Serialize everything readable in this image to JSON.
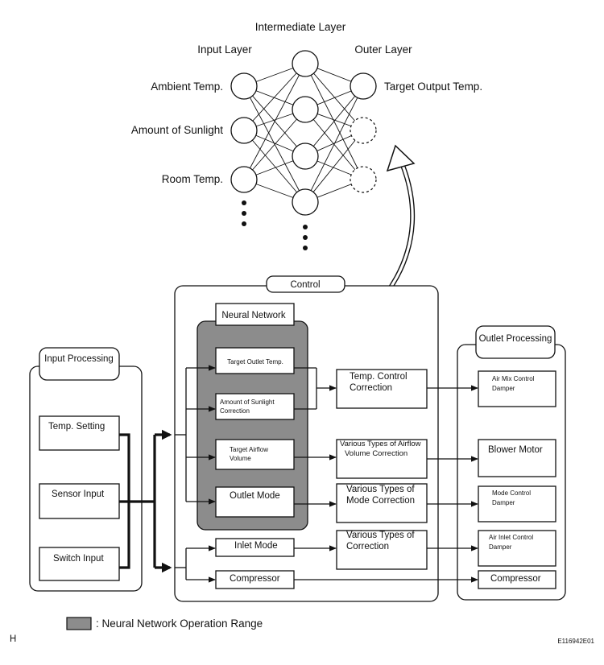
{
  "network": {
    "title_intermediate": "Intermediate Layer",
    "title_input": "Input Layer",
    "title_outer": "Outer Layer",
    "input_labels": [
      "Ambient Temp.",
      "Amount of Sunlight",
      "Room Temp."
    ],
    "output_label": "Target Output Temp."
  },
  "input_processing": {
    "title": "Input Processing",
    "items": [
      "Temp. Setting",
      "Sensor Input",
      "Switch Input"
    ]
  },
  "control": {
    "title": "Control",
    "neural_network": {
      "title": "Neural Network",
      "item_1": "Target Outlet Temp.",
      "item_2_line1": "Amount of Sunlight",
      "item_2_line2": "Correction",
      "item_3_line1": "Target Airflow",
      "item_3_line2": "Volume",
      "item_4": "Outlet Mode"
    },
    "inlet_mode": "Inlet Mode",
    "compressor": "Compressor",
    "corrections": {
      "temp_line1": "Temp. Control",
      "temp_line2": "Correction",
      "airflow_line1": "Various Types of Airflow",
      "airflow_line2": "Volume Correction",
      "mode_line1": "Various Types of",
      "mode_line2": "Mode Correction",
      "general_line1": "Various Types of",
      "general_line2": "Correction"
    }
  },
  "outlet_processing": {
    "title": "Outlet Processing",
    "air_mix_line1": "Air Mix Control",
    "air_mix_line2": "Damper",
    "blower_motor": "Blower Motor",
    "mode_line1": "Mode Control",
    "mode_line2": "Damper",
    "air_inlet_line1": "Air Inlet Control",
    "air_inlet_line2": "Damper",
    "compressor": "Compressor"
  },
  "legend": {
    "text": ": Neural Network Operation Range",
    "color": "#8c8c8c"
  },
  "footer": {
    "left": "H",
    "right": "E116942E01"
  }
}
